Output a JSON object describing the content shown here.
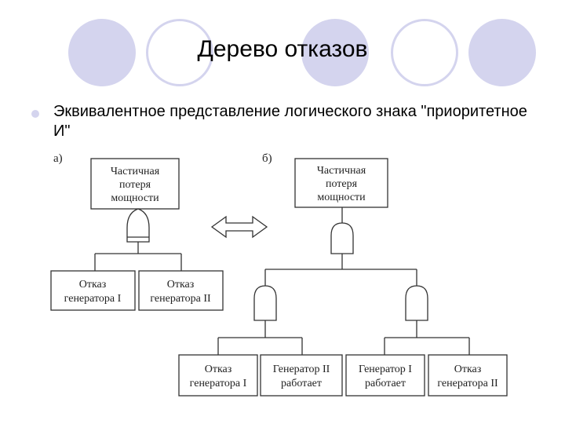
{
  "slide": {
    "title": "Дерево отказов",
    "bullet": "Эквивалентное представление логического знака \"приоритетное И\""
  },
  "diagram": {
    "panel_a_label": "а)",
    "panel_b_label": "б)",
    "a_top": [
      "Частичная",
      "потеря",
      "мощности"
    ],
    "a_left": [
      "Отказ",
      "генератора I"
    ],
    "a_right": [
      "Отказ",
      "генератора II"
    ],
    "b_top": [
      "Частичная",
      "потеря",
      "мощности"
    ],
    "b_leaf1": [
      "Отказ",
      "генератора I"
    ],
    "b_leaf2": [
      "Генератор II",
      "работает"
    ],
    "b_leaf3": [
      "Генератор I",
      "работает"
    ],
    "b_leaf4": [
      "Отказ",
      "генератора II"
    ]
  },
  "colors": {
    "circle": "#d4d4ee",
    "line": "#333333"
  }
}
